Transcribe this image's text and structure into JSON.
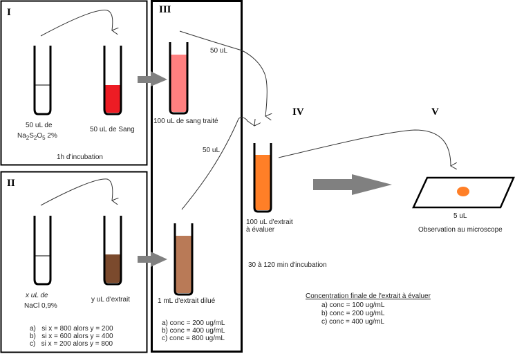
{
  "panels": {
    "I": {
      "label": "I",
      "tube_left": {
        "label_line1": "50 uL de",
        "label_formula": [
          "Na",
          "2",
          "S",
          "2",
          "O",
          "5",
          " 2%"
        ]
      },
      "tube_right": {
        "label": "50 uL de Sang"
      },
      "incubation": "1h d'incubation"
    },
    "II": {
      "label": "II",
      "tube_left": {
        "label_line1": "x uL de",
        "label_line2": "NaCl 0,9%"
      },
      "tube_right": {
        "label": "y uL  d'extrait"
      },
      "options": [
        "a)   si x = 800 alors y = 200",
        "b)   si x = 600 alors y = 400",
        "c)   si x = 200 alors y = 800"
      ]
    },
    "III": {
      "label": "III",
      "transfer_top": "50 uL",
      "tube_top": {
        "label": "100 uL de sang traité"
      },
      "transfer_bottom": "50 uL",
      "tube_bottom": {
        "label": "1 mL d'extrait dilué"
      },
      "options": [
        "a) conc = 200 ug/mL",
        "b) conc = 400 ug/mL",
        "c) conc = 800 ug/mL"
      ]
    },
    "IV": {
      "label": "IV",
      "tube": {
        "label_line1": "100 uL d'extrait",
        "label_line2": "à évaluer"
      },
      "incubation": "30 à 120 min d'incubation"
    },
    "V": {
      "label": "V",
      "volume": "5 uL",
      "caption": "Observation au microscope"
    }
  },
  "final_concentration": {
    "title": "Concentration finale de l'extrait à évaluer",
    "options": [
      "a) conc = 100 ug/mL",
      "b) conc = 200 ug/mL",
      "c) conc = 400 ug/mL"
    ]
  },
  "colors": {
    "blood": "#ed1c24",
    "treated_blood": "#ff8080",
    "extract": "#7b4a2d",
    "diluted_extract": "#b97a57",
    "final_extract": "#ff7f27",
    "arrow_gray": "#808080"
  }
}
